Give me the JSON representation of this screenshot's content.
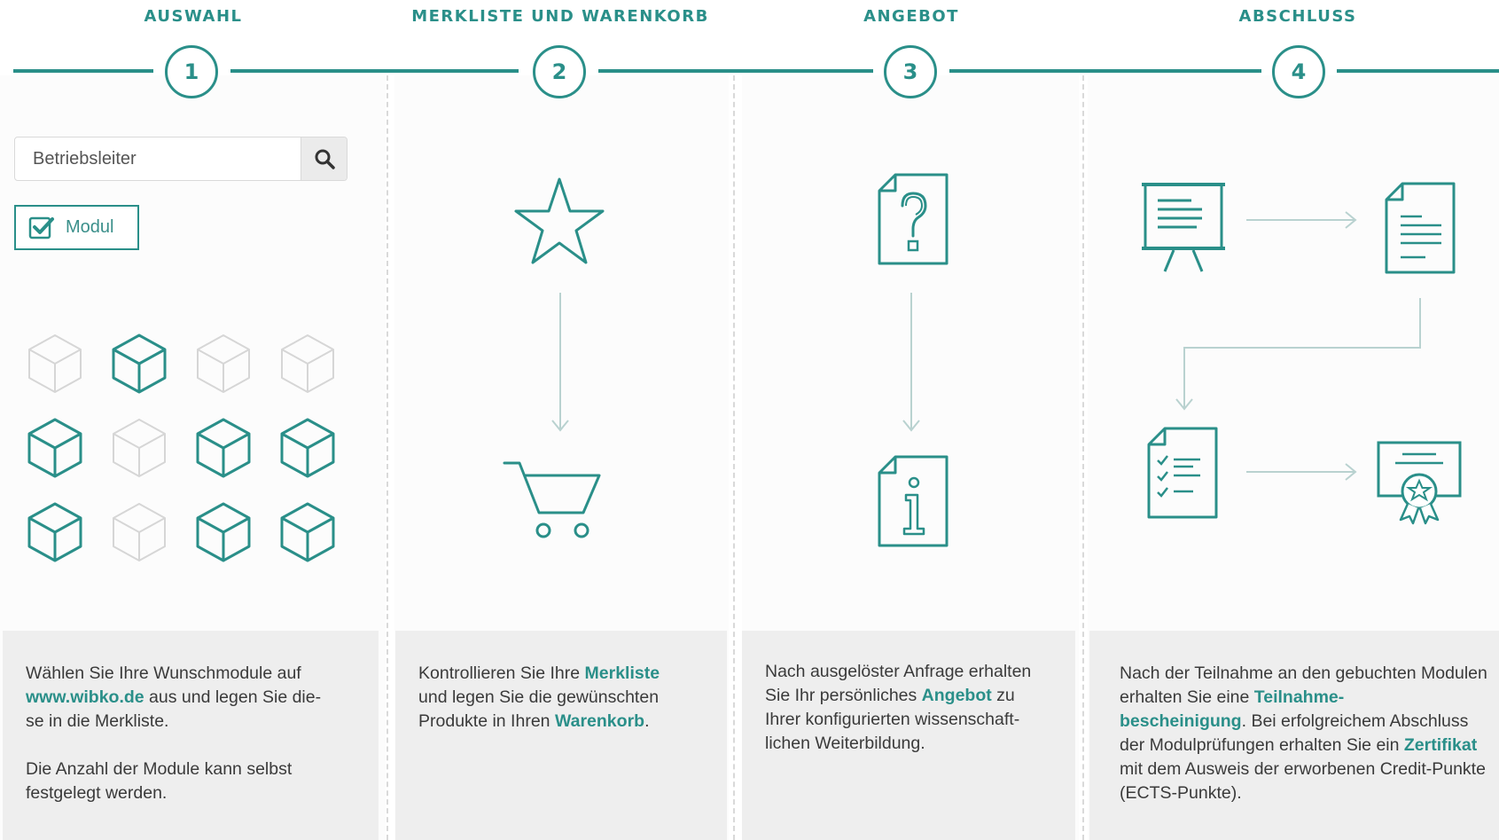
{
  "steps": [
    {
      "title": "AUSWAHL",
      "number": "1"
    },
    {
      "title": "MERKLISTE UND WARENKORB",
      "number": "2"
    },
    {
      "title": "ANGEBOT",
      "number": "3"
    },
    {
      "title": "ABSCHLUSS",
      "number": "4"
    }
  ],
  "auswahl": {
    "search_value": "Betriebsleiter",
    "checkbox_label": "Modul",
    "checkbox_checked": true,
    "modules_grid": [
      [
        false,
        true,
        false,
        false
      ],
      [
        true,
        false,
        true,
        true
      ],
      [
        true,
        false,
        true,
        true
      ]
    ]
  },
  "descriptions": {
    "step1": {
      "p1_a": "Wählen Sie Ihre Wunschmodule auf",
      "p1_link": "www.wibko.de",
      "p1_b": " aus und legen Sie die-",
      "p1_c": "se in die Merkliste.",
      "p2": "Die Anzahl der Module kann selbst festgelegt werden."
    },
    "step2": {
      "a": "Kontrollieren Sie Ihre ",
      "hl1": "Merkliste",
      "b": "und legen Sie die gewünschten Produkte in Ihren ",
      "hl2": "Warenkorb",
      "c": "."
    },
    "step3": {
      "a": "Nach ausgelöster Anfrage erhalten Sie Ihr persönliches ",
      "hl1": "Angebot",
      "b": " zu Ihrer konfigurierten wissenschaft-",
      "c": "lichen Weiterbildung."
    },
    "step4": {
      "a": "Nach der Teilnahme an den gebuchten Modulen erhalten Sie eine ",
      "hl1": "Teilnahme-",
      "hl1b": "bescheinigung",
      "b": ". Bei erfolgreichem Abschluss der Modulprüfungen erhalten Sie ein ",
      "hl2": "Zertifikat",
      "c": " mit dem Ausweis der erworbenen Credit-Punkte (ECTS-Punkte)."
    }
  },
  "colors": {
    "accent": "#2a8f89",
    "muted_cube": "#d6d6d6",
    "arrow": "#b9d2d0",
    "panel": "#eeeeee"
  }
}
